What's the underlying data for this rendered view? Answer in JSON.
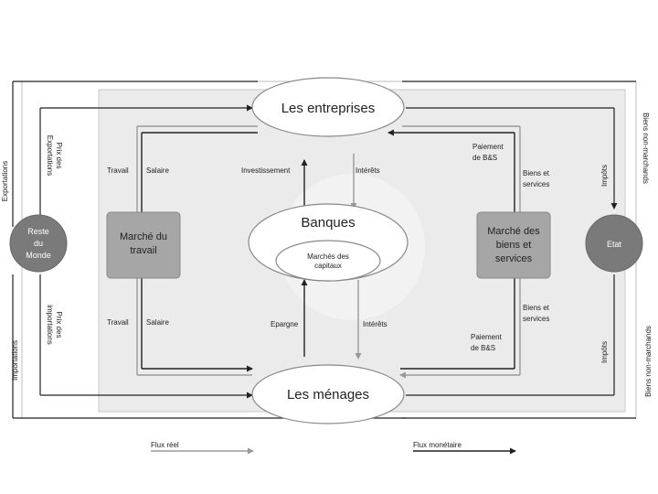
{
  "nodes": {
    "entreprises": "Les entreprises",
    "menages": "Les ménages",
    "banques": "Banques",
    "marches_capitaux": [
      "Marchés des",
      "capitaux"
    ],
    "marche_travail": [
      "Marché du",
      "travail"
    ],
    "marche_biens": [
      "Marché des",
      "biens et",
      "services"
    ],
    "reste_monde": [
      "Reste",
      "du",
      "Monde"
    ],
    "etat": "Etat"
  },
  "labels": {
    "travail_top": "Travail",
    "salaire_top": "Salaire",
    "investissement": "Investissement",
    "interets_top": "Intérêts",
    "paiement_top": [
      "Paiement",
      "de B&S"
    ],
    "biens_services_top": [
      "Biens et",
      "services"
    ],
    "travail_bottom": "Travail",
    "salaire_bottom": "Salaire",
    "epargne": "Epargne",
    "interets_bottom": "Intérêts",
    "paiement_bottom": [
      "Paiement",
      "de B&S"
    ],
    "biens_services_bottom": [
      "Biens et",
      "services"
    ],
    "exportations": "Exportations",
    "prix_exportations": [
      "Prix des",
      "Exportations"
    ],
    "importations": "Importations",
    "prix_importations": [
      "Prix des",
      "importations"
    ],
    "impots_top": "Impôts",
    "impots_bottom": "Impôts",
    "biens_non_marchands_top": "Biens non-marchands",
    "biens_non_marchands_bottom": "Biens non-marchands"
  },
  "legend": {
    "flux_reel": "Flux réel",
    "flux_monetaire": "Flux monétaire"
  },
  "colors": {
    "real_flow": "#999999",
    "money_flow": "#222222",
    "panel": "#ebebeb",
    "market_box": "#a6a6a6",
    "node_circle": "#7a7a7a"
  }
}
